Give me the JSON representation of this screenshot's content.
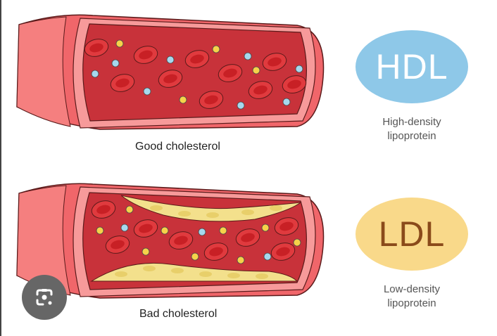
{
  "good": {
    "caption": "Good cholesterol",
    "badge": "HDL",
    "label_line1": "High-density",
    "label_line2": "lipoprotein"
  },
  "bad": {
    "caption": "Bad cholesterol",
    "badge": "LDL",
    "label_line1": "Low-density",
    "label_line2": "lipoprotein"
  },
  "colors": {
    "vessel": "#f0666a",
    "lumen": "#c8323a",
    "hdl_badge": "#8ec8e8",
    "ldl_badge": "#f9d98a",
    "ldl_text": "#8a4a1a",
    "plaque": "#f3e08c"
  },
  "lens_button": {
    "icon": "google-lens-icon"
  }
}
